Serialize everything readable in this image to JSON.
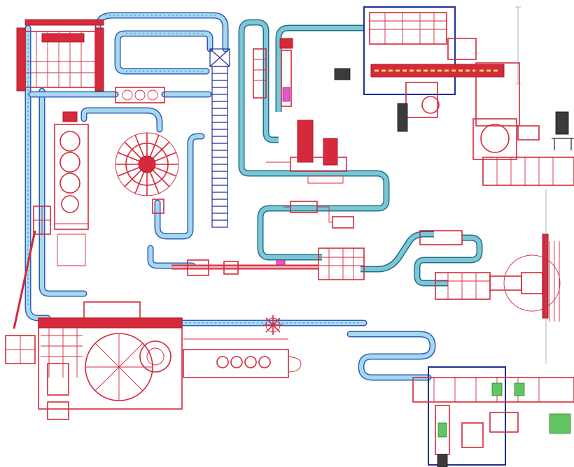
{
  "figure": {
    "colors": {
      "machine": "#d42a3c",
      "conveyor_outline": "#2b5fb8",
      "conveyor_fill": "#a8d8ef",
      "conveyor_teal": "#1f6f88",
      "frame": "#1f2f96",
      "green_marker": "#62c462",
      "pink_marker": "#e257c9"
    },
    "elements": {
      "palletizer": "machine",
      "depalletizer": "machine",
      "rotary_filler": "machine",
      "labeler": "machine",
      "packer": "machine",
      "stretch_wrapper": "machine",
      "elevator": "conveyor",
      "conveyors": "conveyor"
    }
  }
}
